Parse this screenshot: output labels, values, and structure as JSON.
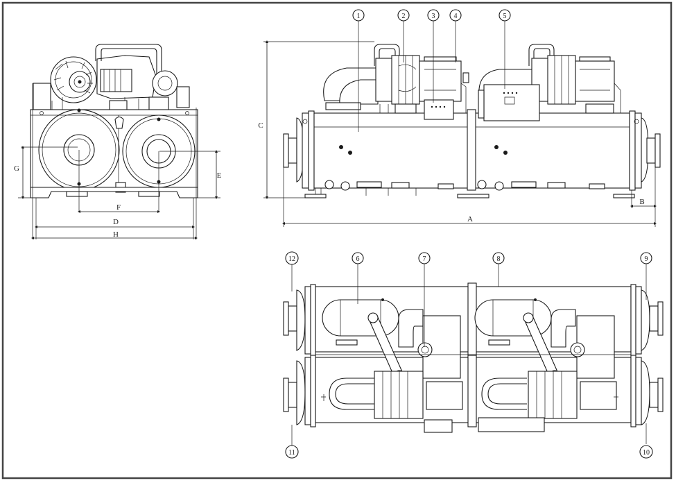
{
  "colors": {
    "background": "#ffffff",
    "line": "#1a1a1a",
    "frame": "#444444"
  },
  "dimension_labels": {
    "A": "A",
    "B": "B",
    "C": "C",
    "D": "D",
    "E": "E",
    "F": "F",
    "G": "G",
    "H": "H"
  },
  "callouts": [
    "1",
    "2",
    "3",
    "4",
    "5",
    "6",
    "7",
    "8",
    "9",
    "10",
    "11",
    "12"
  ]
}
